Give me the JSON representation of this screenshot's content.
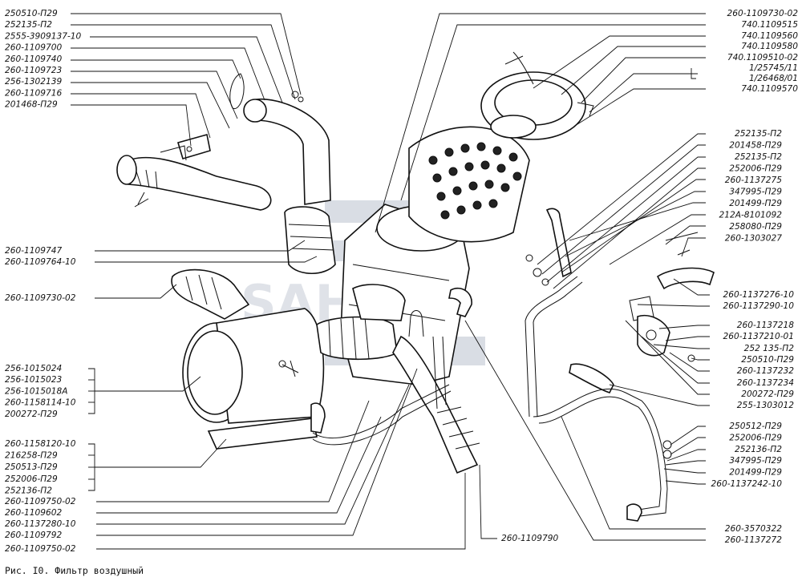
{
  "caption": "Рис. I0. Фильтр воздушный",
  "watermark": "SAHAL",
  "labels_left_top": [
    "250510-П29",
    "252135-П2",
    "2555-3909137-10",
    "260-1109700",
    "260-1109740",
    "260-1109723",
    "256-1302139",
    "260-1109716",
    "201468-П29"
  ],
  "labels_left_mid": [
    "260-1109747",
    "260-1109764-10",
    "260-1109730-02"
  ],
  "labels_left_group1": [
    "256-1015024",
    "256-1015023",
    "256-1015018А",
    "260-1158114-10",
    "200272-П29"
  ],
  "labels_left_group2": [
    "260-1158120-10",
    "216258-П29",
    "250513-П29",
    "252006-П29",
    "252136-П2"
  ],
  "labels_left_bottom": [
    "260-1109750-02",
    "260-1109602",
    "260-1137280-10",
    "260-1109792",
    "260-1109750-02"
  ],
  "label_bottom_center": "260-1109790",
  "labels_right_top": [
    "260-1109730-02",
    "740.1109515",
    "740.1109560",
    "740.1109580",
    "740.1109510-02",
    "1/25745/11",
    "1/26468/01",
    "740.1109570"
  ],
  "labels_right_mid": [
    "252135-П2",
    "201458-П29",
    "252135-П2",
    "252006-П29",
    "260-1137275",
    "347995-П29",
    "201499-П29",
    "212А-8101092",
    "258080-П29",
    "260-1303027"
  ],
  "labels_right_lower": [
    "260-1137276-10",
    "260-1137290-10",
    "260-1137218",
    "260-1137210-01",
    "252 135-П2",
    "250510-П29",
    "260-1137232",
    "260-1137234",
    "200272-П29",
    "255-1303012"
  ],
  "labels_right_bottom": [
    "250512-П29",
    "252006-П29",
    "252136-П2",
    "347995-П29",
    "201499-П29",
    "260-1137242-10"
  ],
  "labels_right_end": [
    "260-3570322",
    "260-1137272"
  ]
}
